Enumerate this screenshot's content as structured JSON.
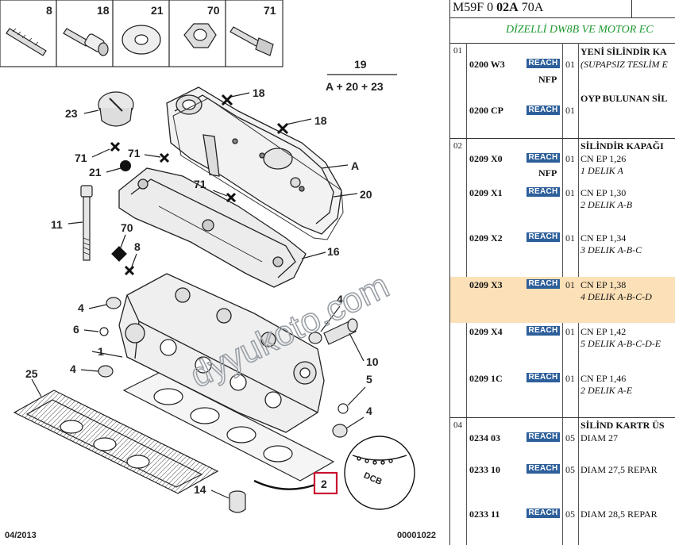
{
  "diagram": {
    "labels": {
      "l8": "8",
      "l18top": "18",
      "l21top": "21",
      "l70top": "70",
      "l71top": "71",
      "l19": "19",
      "l19formula": "A + 20 + 23",
      "l23": "23",
      "l18a": "18",
      "l18b": "18",
      "l71a": "71",
      "l71b": "71",
      "l21": "21",
      "lA": "A",
      "l71c": "71",
      "l20": "20",
      "l11": "11",
      "l70": "70",
      "l8b": "8",
      "l16": "16",
      "l4a": "4",
      "l6": "6",
      "l1": "1",
      "l4b": "4",
      "l4c": "4",
      "l10": "10",
      "l5": "5",
      "l4d": "4",
      "l25": "25",
      "l14": "14",
      "l2": "2",
      "dcb": "DCB"
    },
    "date": "04/2013",
    "doc_number": "00001022",
    "watermark": "dyyukoto.com"
  },
  "panel": {
    "header_prefix": "M59F 0 ",
    "header_bold": "02A",
    "header_suffix": " 70A",
    "subtitle": "DİZELLİ DW8B VE MOTOR EC",
    "reach_label": "REACH",
    "groups": [
      {
        "num": "01"
      },
      {
        "num": "02"
      },
      {
        "num": "04"
      }
    ],
    "rows": [
      {
        "ref": "0200 W3",
        "qty": "01",
        "nfp": "NFP",
        "desc1": "YENİ SİLİNDİR KA",
        "desc2": "(SUPAPSIZ TESLİM E"
      },
      {
        "ref": "0200 CP",
        "qty": "01",
        "desc1": "OYP BULUNAN SİL"
      },
      {
        "ref": "0209 X0",
        "qty": "01",
        "nfp": "NFP",
        "desc0": "SİLİNDİR KAPAĞI",
        "desc1": "CN EP 1,26",
        "desc2": "1 DELIK A"
      },
      {
        "ref": "0209 X1",
        "qty": "01",
        "desc1": "CN EP 1,30",
        "desc2": "2 DELIK A-B"
      },
      {
        "ref": "0209 X2",
        "qty": "01",
        "desc1": "CN EP 1,34",
        "desc2": "3 DELIK A-B-C"
      },
      {
        "ref": "0209 X3",
        "qty": "01",
        "desc1": "CN EP 1,38",
        "desc2": "4 DELIK A-B-C-D"
      },
      {
        "ref": "0209 X4",
        "qty": "01",
        "desc1": "CN EP 1,42",
        "desc2": "5 DELIK A-B-C-D-E"
      },
      {
        "ref": "0209 1C",
        "qty": "01",
        "desc1": "CN EP 1,46",
        "desc2": "2 DELIK A-E"
      },
      {
        "ref": "0234 03",
        "qty": "05",
        "desc0": "SİLİND KARTR ÜS",
        "desc1": "DIAM 27"
      },
      {
        "ref": "0233 10",
        "qty": "05",
        "desc1": "DIAM 27,5 REPAR"
      },
      {
        "ref": "0233 11",
        "qty": "05",
        "desc1": "DIAM 28,5 REPAR"
      }
    ]
  }
}
